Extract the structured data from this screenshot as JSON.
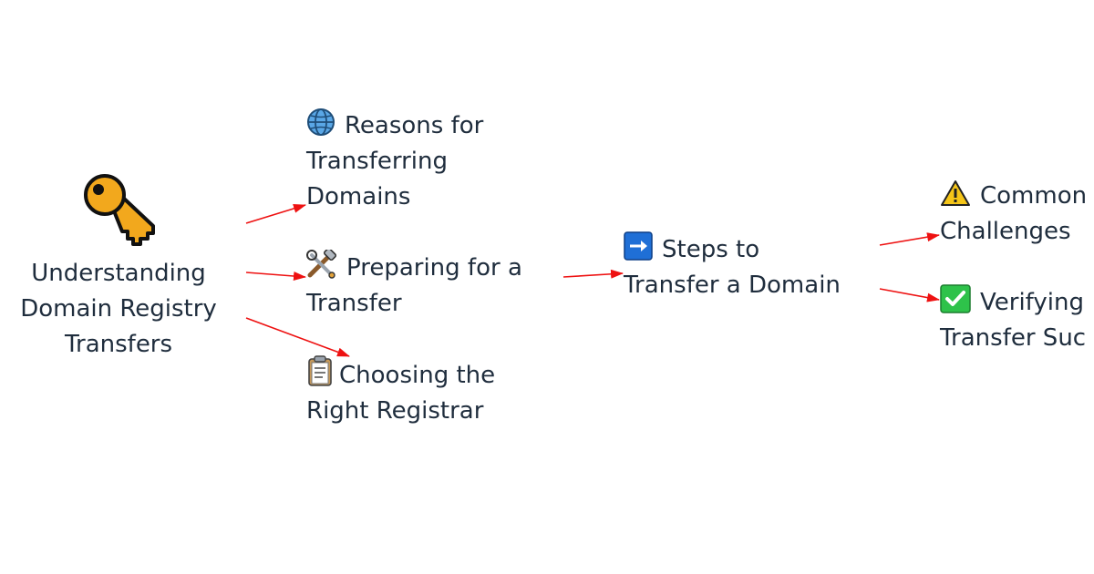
{
  "colors": {
    "text": "#1f2d3d",
    "arrow": "#ee1111",
    "background": "#ffffff"
  },
  "root": {
    "icon": "key-icon",
    "lines": [
      "Understanding",
      "Domain Registry",
      "Transfers"
    ]
  },
  "branches": {
    "reasons": {
      "icon": "globe-icon",
      "lines": [
        "Reasons for",
        "Transferring",
        "Domains"
      ]
    },
    "preparing": {
      "icon": "tools-icon",
      "lines": [
        "Preparing for a",
        "Transfer"
      ]
    },
    "choosing": {
      "icon": "clipboard-icon",
      "lines": [
        "Choosing the",
        "Right Registrar"
      ]
    },
    "steps": {
      "icon": "right-arrow-icon",
      "lines": [
        "Steps to",
        "Transfer a Domain"
      ]
    },
    "challenges": {
      "icon": "warning-icon",
      "lines": [
        "Common",
        "Challenges"
      ]
    },
    "verifying": {
      "icon": "check-mark-icon",
      "lines": [
        "Verifying",
        "Transfer Suc"
      ]
    }
  }
}
